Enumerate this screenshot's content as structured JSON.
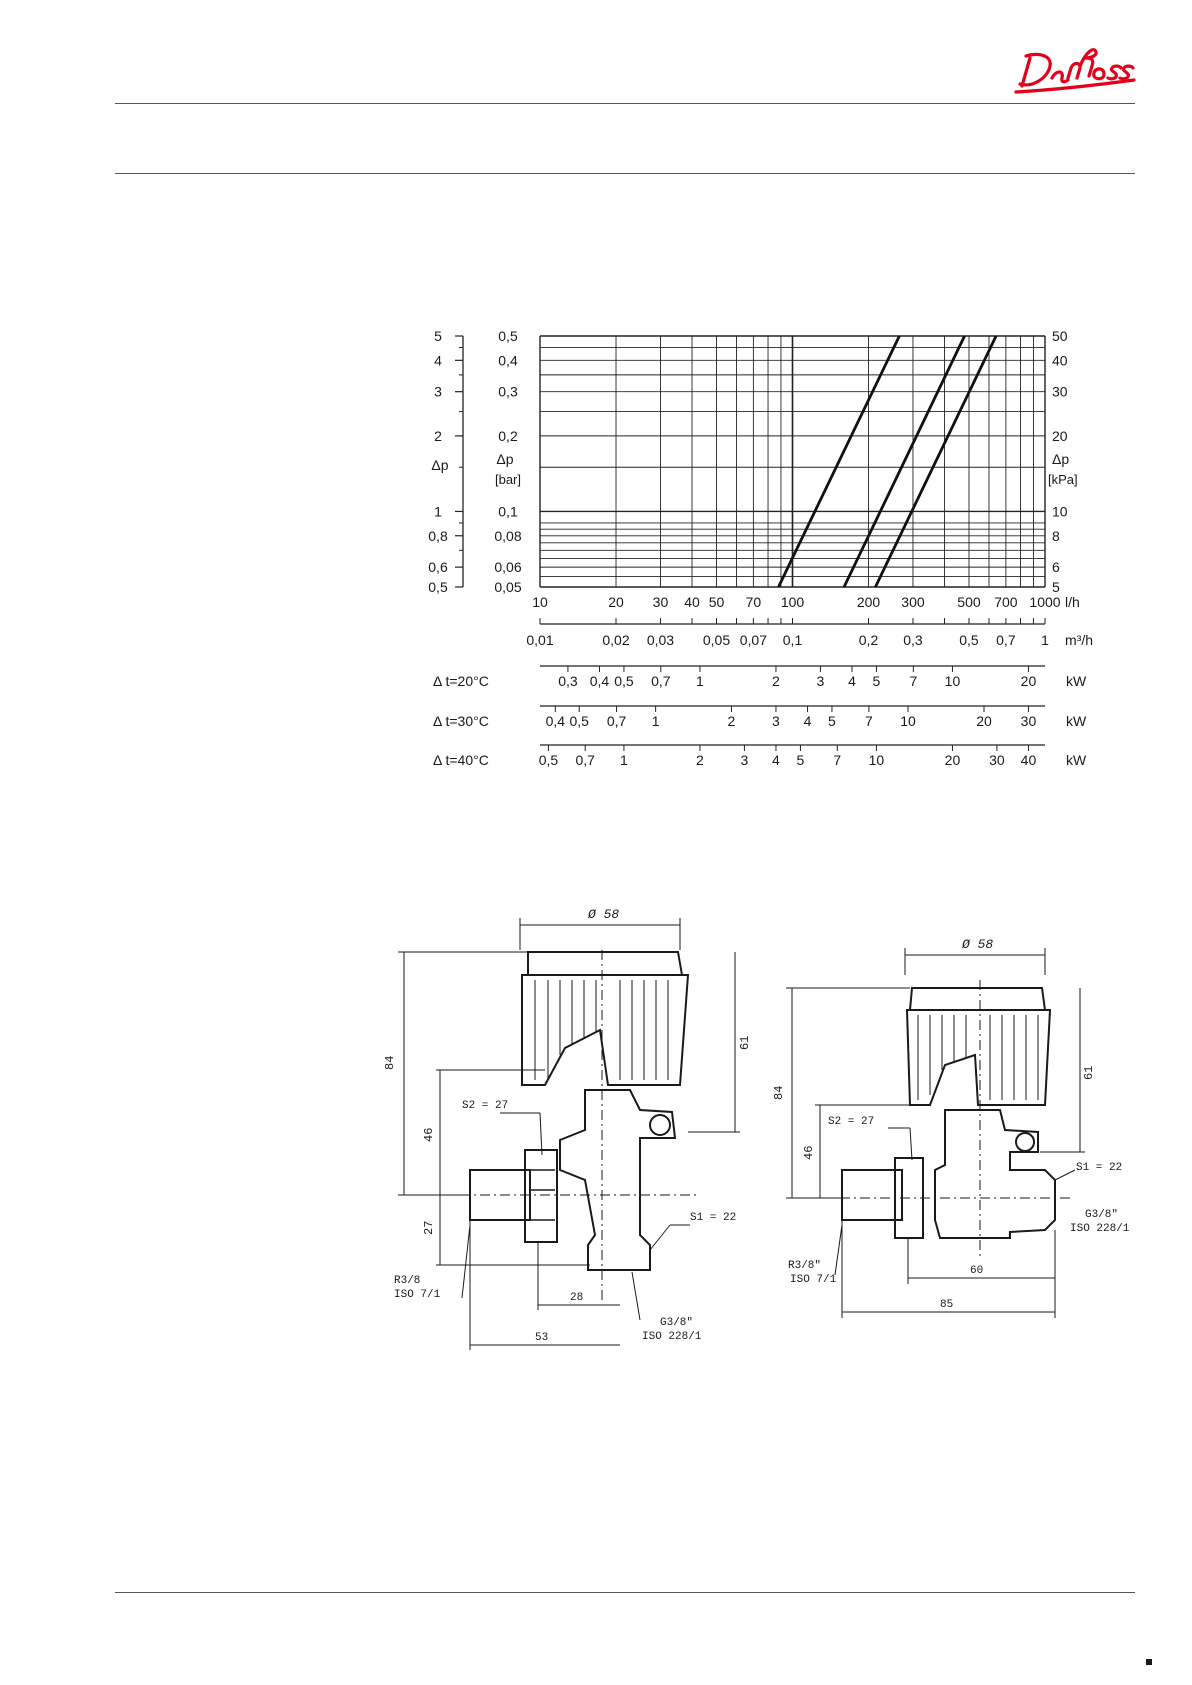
{
  "brand": {
    "name": "Danfoss",
    "color": "#e2001a"
  },
  "chart_data": {
    "type": "line",
    "xscale": "log",
    "yscale": "log",
    "xlim": [
      10,
      1000
    ],
    "ylim": [
      0.05,
      0.5
    ],
    "x_unit": "l/h",
    "y_axis_outer": {
      "ticks": [
        "5",
        "4",
        "3",
        "2",
        "1",
        "0,8",
        "0,6",
        "0,5"
      ],
      "values": [
        5,
        4,
        3,
        2,
        1,
        0.8,
        0.6,
        0.5
      ],
      "label": "Δp"
    },
    "y_axis_left": {
      "ticks": [
        "0,5",
        "0,4",
        "0,3",
        "0,2",
        "0,1",
        "0,08",
        "0,06",
        "0,05"
      ],
      "values": [
        0.5,
        0.4,
        0.3,
        0.2,
        0.1,
        0.08,
        0.06,
        0.05
      ],
      "label": "Δp",
      "unit": "[bar]"
    },
    "y_axis_right": {
      "ticks": [
        "50",
        "40",
        "30",
        "20",
        "10",
        "8",
        "6",
        "5"
      ],
      "values": [
        0.5,
        0.4,
        0.3,
        0.2,
        0.1,
        0.08,
        0.06,
        0.05
      ],
      "label": "Δp",
      "unit": "[kPa]"
    },
    "x_ticks_lh": {
      "labels": [
        "10",
        "20",
        "30",
        "40",
        "50",
        "70",
        "100",
        "200",
        "300",
        "500",
        "700",
        "1000"
      ],
      "values": [
        10,
        20,
        30,
        40,
        50,
        70,
        100,
        200,
        300,
        500,
        700,
        1000
      ]
    },
    "x_scale_m3h": {
      "unit": "m³/h",
      "labels": [
        "0,01",
        "0,02",
        "0,03",
        "0,05",
        "0,07",
        "0,1",
        "0,2",
        "0,3",
        "0,5",
        "0,7",
        "1"
      ],
      "values": [
        10,
        20,
        30,
        50,
        70,
        100,
        200,
        300,
        500,
        700,
        1000
      ]
    },
    "power_scales": [
      {
        "label": "Δ t=20°C",
        "unit": "kW",
        "labels": [
          "0,3",
          "0,4",
          "0,5",
          "0,7",
          "1",
          "2",
          "3",
          "4",
          "5",
          "7",
          "10",
          "20"
        ],
        "values": [
          12.9,
          17.2,
          21.5,
          30.1,
          43,
          86,
          129,
          172,
          215,
          301,
          430,
          860
        ]
      },
      {
        "label": "Δ t=30°C",
        "unit": "kW",
        "labels": [
          "0,4",
          "0,5",
          "0,7",
          "1",
          "2",
          "3",
          "4",
          "5",
          "7",
          "10",
          "20",
          "30"
        ],
        "values": [
          11.5,
          14.3,
          20.1,
          28.7,
          57.3,
          86,
          114.7,
          143.3,
          200.7,
          286.7,
          573.3,
          860
        ]
      },
      {
        "label": "Δ t=40°C",
        "unit": "kW",
        "labels": [
          "0,5",
          "0,7",
          "1",
          "2",
          "3",
          "4",
          "5",
          "7",
          "10",
          "20",
          "30",
          "40"
        ],
        "values": [
          10.8,
          15.1,
          21.5,
          43,
          64.5,
          86,
          107.5,
          150.5,
          215,
          430,
          645,
          860
        ]
      }
    ],
    "series": [
      {
        "points": [
          [
            88,
            0.05
          ],
          [
            265,
            0.5
          ]
        ]
      },
      {
        "points": [
          [
            160,
            0.05
          ],
          [
            480,
            0.5
          ]
        ]
      },
      {
        "points": [
          [
            213,
            0.05
          ],
          [
            640,
            0.5
          ]
        ]
      }
    ]
  },
  "drawings": {
    "left": {
      "dim_diameter": "Ø 58",
      "dim_total_height": "84",
      "dim_head_height": "61",
      "dim_body": "46",
      "dim_bottom": "27",
      "dim_width_28": "28",
      "dim_width_53": "53",
      "s2": "S2 = 27",
      "s1": "S1 = 22",
      "thread_in": "R3/8",
      "thread_in_std": "ISO 7/1",
      "thread_out": "G3/8\"",
      "thread_out_std": "ISO 228/1"
    },
    "right": {
      "dim_diameter": "Ø 58",
      "dim_total_height": "84",
      "dim_head_height": "61",
      "dim_body": "46",
      "dim_width_60": "60",
      "dim_width_85": "85",
      "s2": "S2 = 27",
      "s1": "S1 = 22",
      "thread_in": "R3/8\"",
      "thread_in_std": "ISO 7/1",
      "thread_out": "G3/8\"",
      "thread_out_std": "ISO 228/1"
    }
  }
}
